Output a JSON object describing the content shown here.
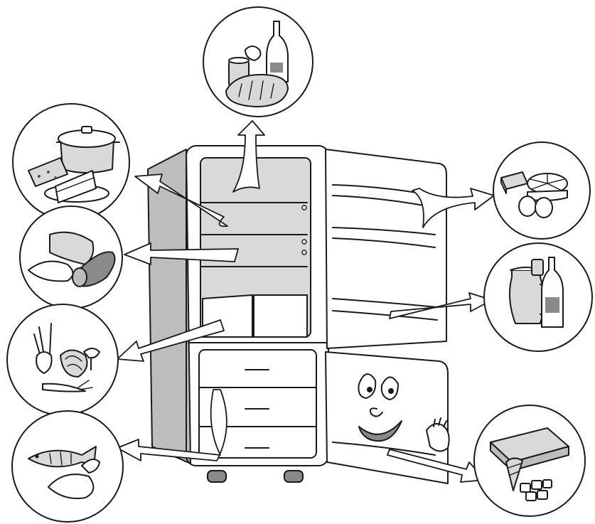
{
  "illustration": {
    "subject": "refrigerator-food-storage-zones",
    "colors": {
      "line": "#1a1a1a",
      "background": "#ffffff",
      "light_grey": "#d9d9d9",
      "mid_grey": "#bdbdbd",
      "dark_grey": "#8a8a8a"
    },
    "zones": [
      {
        "id": "top",
        "icon": "bread-cans-bottle-icon"
      },
      {
        "id": "upper-shelf",
        "icon": "cooked-dishes-cake-cheese-icon"
      },
      {
        "id": "middle-shelf",
        "icon": "meat-sausage-icon"
      },
      {
        "id": "crisper",
        "icon": "vegetables-icon"
      },
      {
        "id": "freezer",
        "icon": "fish-poultry-icon"
      },
      {
        "id": "door-upper",
        "icon": "butter-cheese-eggs-icon"
      },
      {
        "id": "door-lower",
        "icon": "jug-bottle-icon"
      },
      {
        "id": "freezer-door",
        "icon": "ice-cream-ice-cubes-icon"
      }
    ]
  }
}
